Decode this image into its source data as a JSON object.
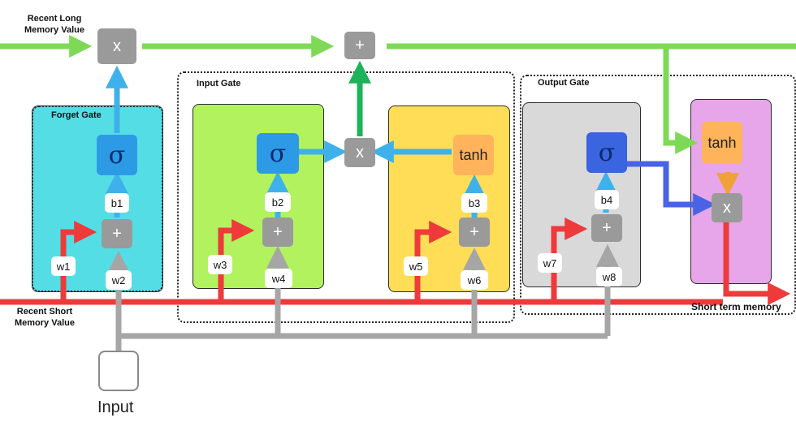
{
  "labels": {
    "recent_long_line1": "Recent Long",
    "recent_long_line2": "Memory Value",
    "recent_short_line1": "Recent Short",
    "recent_short_line2": "Memory Value",
    "input": "Input",
    "short_term_memory": "Short term memory"
  },
  "gates": {
    "forget": "Forget Gate",
    "input": "Input Gate",
    "output": "Output Gate"
  },
  "ops": {
    "multiply": "x",
    "add": "+",
    "sigma": "σ",
    "tanh": "tanh"
  },
  "weights": [
    "w1",
    "w2",
    "w3",
    "w4",
    "w5",
    "w6",
    "w7",
    "w8"
  ],
  "biases": [
    "b1",
    "b2",
    "b3",
    "b4"
  ],
  "colors": {
    "long_memory": "#7ed957",
    "short_memory": "#ee3a3a",
    "input_line": "#a6a6a6",
    "sigmoid_arrow": "#3fb1ea",
    "output_sigmoid_arrow": "#4a63e6",
    "add_result_arrow": "#1db35a",
    "forget_panel": "#55dde6",
    "input_panel": "#b2f25e",
    "candidate_panel": "#ffdd57",
    "output_panel": "#d9d9d9",
    "final_panel": "#e6a6e9"
  }
}
